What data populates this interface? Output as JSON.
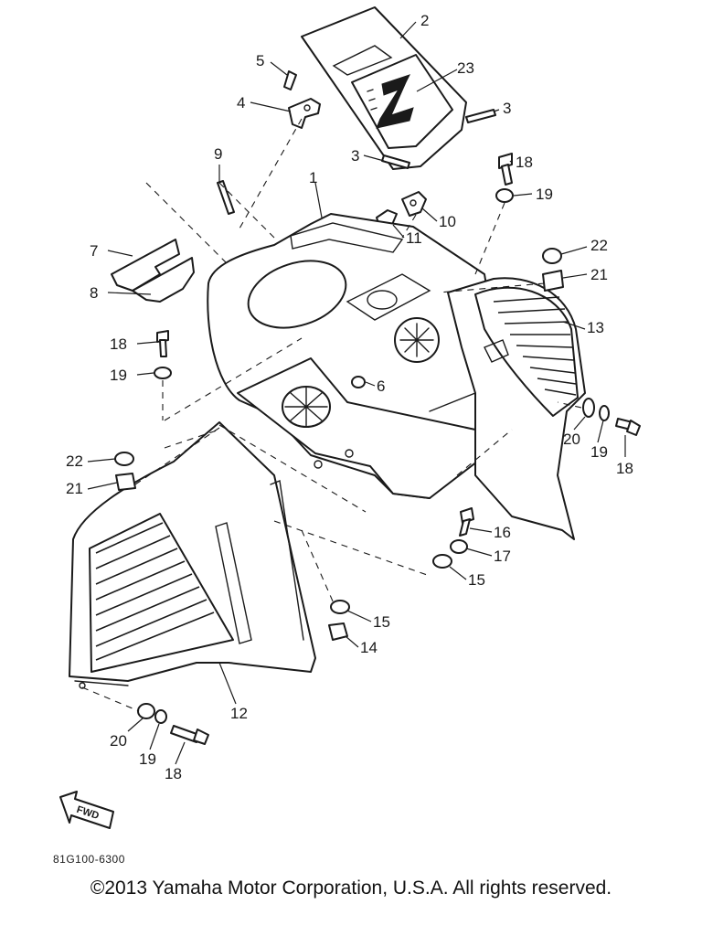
{
  "callouts": {
    "c1": "1",
    "c2": "2",
    "c3a": "3",
    "c3b": "3",
    "c4": "4",
    "c5": "5",
    "c6": "6",
    "c7": "7",
    "c8": "8",
    "c9": "9",
    "c10": "10",
    "c11": "11",
    "c12": "12",
    "c13": "13",
    "c14": "14",
    "c15a": "15",
    "c15b": "15",
    "c16": "16",
    "c17": "17",
    "c18a": "18",
    "c18b": "18",
    "c18c": "18",
    "c18d": "18",
    "c19a": "19",
    "c19b": "19",
    "c19c": "19",
    "c19d": "19",
    "c20a": "20",
    "c20b": "20",
    "c21a": "21",
    "c21b": "21",
    "c22a": "22",
    "c22b": "22",
    "c23": "23"
  },
  "fwd_label": "FWD",
  "drawing_code": "81G100-6300",
  "copyright": "©2013 Yamaha Motor Corporation, U.S.A. All rights reserved."
}
